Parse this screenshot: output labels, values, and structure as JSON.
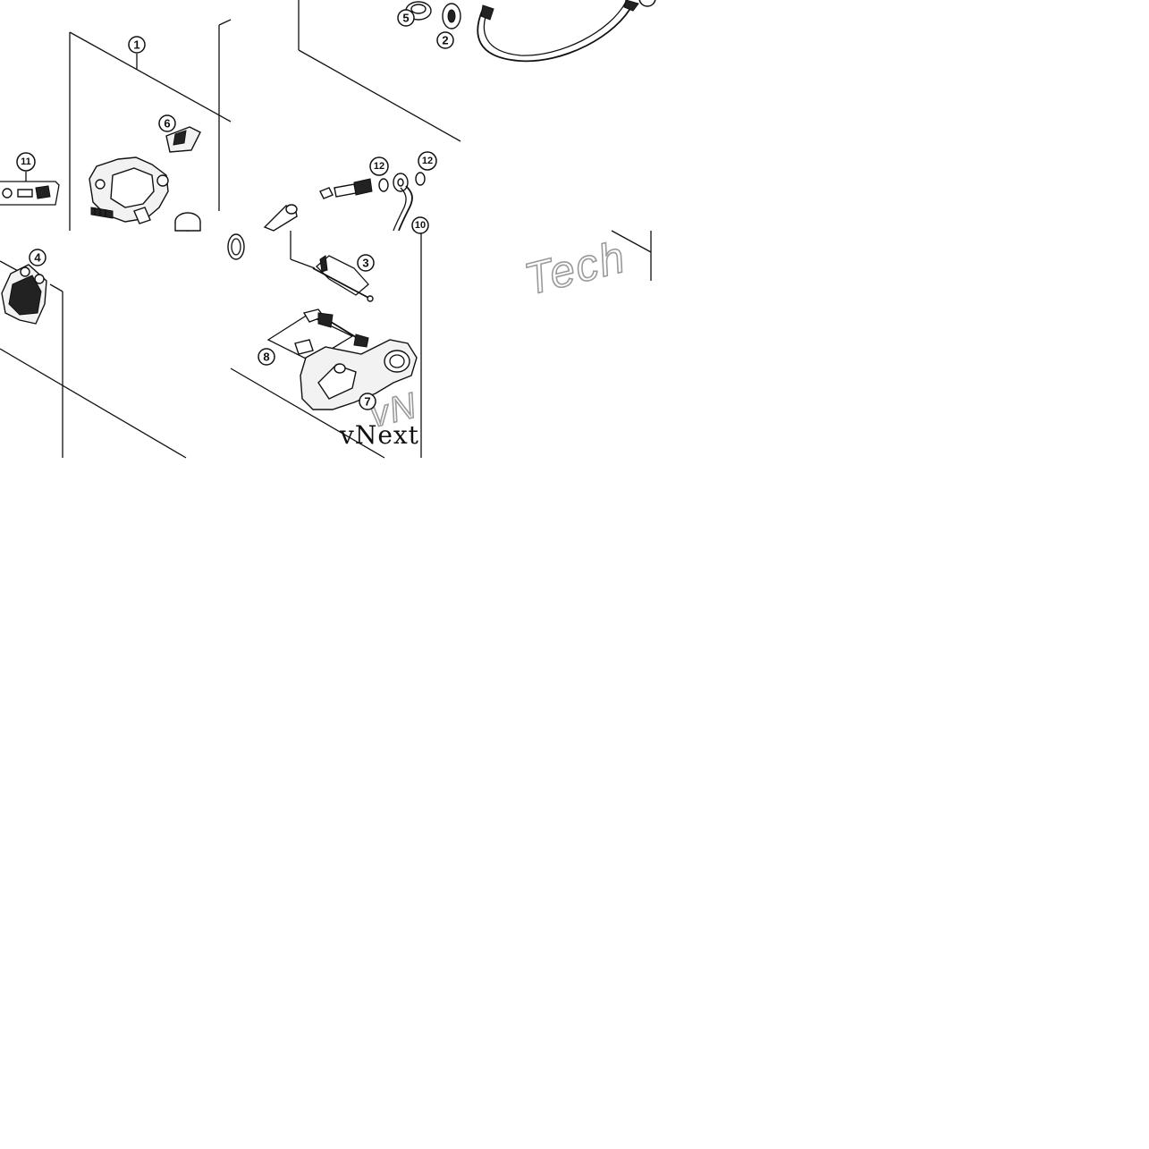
{
  "callouts": {
    "c1": "1",
    "c2": "2",
    "c3": "3",
    "c4": "4",
    "c5": "5",
    "c6": "6",
    "c7": "7",
    "c8": "8",
    "c10": "10",
    "c11": "11",
    "c12a": "12",
    "c12b": "12"
  },
  "watermark": {
    "tech": "Tech",
    "vnext": "vNext",
    "vn": "vN"
  }
}
